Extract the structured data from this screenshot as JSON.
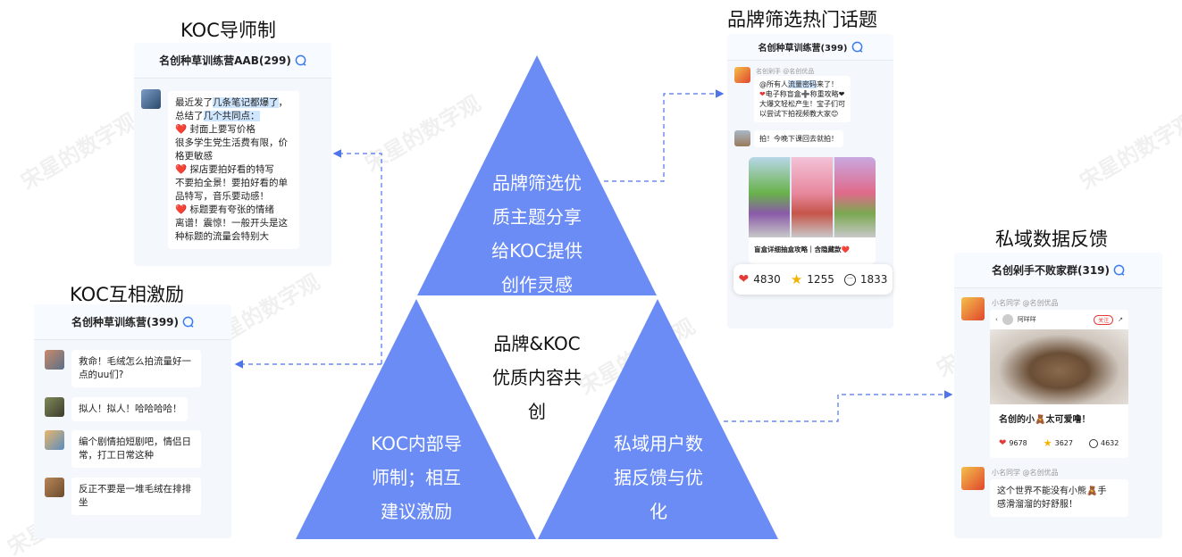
{
  "titles": {
    "mentor": "KOC导师制",
    "brand_topics": "品牌筛选热门话题",
    "mutual": "KOC互相激励",
    "private_feedback": "私域数据反馈"
  },
  "triangles": {
    "top": [
      "品牌筛选优",
      "质主题分享",
      "给KOC提供",
      "创作灵感"
    ],
    "center": [
      "品牌&KOC",
      "优质内容共",
      "创"
    ],
    "left": [
      "KOC内部导",
      "师制；相互",
      "建议激励"
    ],
    "right": [
      "私域用户数",
      "据反馈与优",
      "化"
    ]
  },
  "watermark": "宋星的数字观",
  "card_mentor": {
    "group_name": "名创种草训练营AAB(299)",
    "lines": [
      {
        "pre": "最近发了",
        "hl": "几条笔记都爆了",
        "post": "，"
      },
      {
        "pre": "总结了",
        "hl": "几个共同点：",
        "post": ""
      },
      {
        "heart": "❤️",
        "text": " 封面上要写价格"
      },
      {
        "text": "很多学生党生活费有限，价"
      },
      {
        "text": "格更敏感"
      },
      {
        "heart": "❤️",
        "text": " 探店要拍好看的特写"
      },
      {
        "text": "不要拍全景！要拍好看的单"
      },
      {
        "text": "品特写，音乐要动感！"
      },
      {
        "heart": "❤️",
        "text": " 标题要有夸张的情绪"
      },
      {
        "text": "离谱！震惊！一般开头是这"
      },
      {
        "text": "种标题的流量会特别大"
      }
    ]
  },
  "card_mutual": {
    "group_name": "名创种草训练营(399)",
    "messages": [
      [
        "救命！毛绒怎么拍流量好一",
        "点的uu们?"
      ],
      [
        "拟人！拟人！哈哈哈哈！"
      ],
      [
        "编个剧情拍短剧吧，情侣日",
        "常，打工日常这种"
      ],
      [
        "反正不要是一堆毛绒在排排",
        "坐"
      ]
    ]
  },
  "card_brand": {
    "group_name": "名创种草训练营(399)",
    "sender": "名创剁手 @名创优品",
    "msg_lines": [
      {
        "pre": "@所有人",
        "hl": "流量密码",
        "post": "来了！"
      },
      {
        "heart": "❤",
        "text": "电子称盲盒➕称重攻略❤"
      },
      {
        "text": "大爆文轻松产生！宝子们可"
      },
      {
        "text": "以尝试下拍视频教大家😊"
      }
    ],
    "reply": "拍！今晚下课回去就拍！",
    "post_title": "盲盒详细抽盒攻略｜含隐藏款❤️",
    "stats": {
      "likes": "4830",
      "stars": "1255",
      "comments": "1833"
    }
  },
  "card_private": {
    "group_name": "名创剁手不败家群(319)",
    "sender": "小名同学 @名创优品",
    "author": "阿咩咩",
    "follow": "关注",
    "post_title": "名创的小🧸太可爱噜！",
    "stats": {
      "likes": "9678",
      "stars": "3627",
      "comments": "4632"
    },
    "sender2": "小名同学 @名创优品",
    "msg2": [
      "这个世界不能没有小熊🧸手",
      "感滑溜溜的好舒服！"
    ]
  },
  "colors": {
    "triangle": "#6b8cf5",
    "arrow": "#4f74e8",
    "card_bg": "#f4f8fd",
    "highlight": "#cfe6ff"
  }
}
